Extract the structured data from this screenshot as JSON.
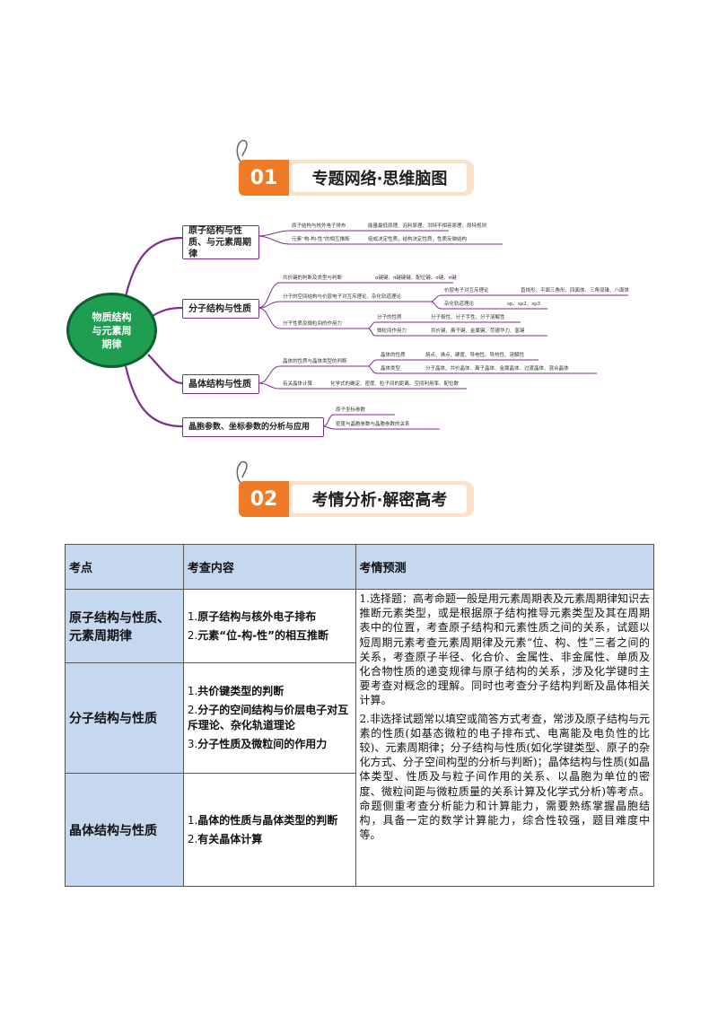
{
  "section1": {
    "number": "01",
    "title": "专题网络·思维脑图"
  },
  "section2": {
    "number": "02",
    "title": "考情分析·解密高考"
  },
  "mindmap": {
    "root": "物质结构与元素周期律",
    "branches": [
      {
        "label": "原子结构与性质、与元素周期律",
        "leaves": [
          {
            "text": "原子结构与核外电子排布",
            "sub": "能量最低原理、泡利原理、洪特不相容原理、原特规则"
          },
          {
            "text": "元素“构-构-性”的相互推断",
            "sub": "组成决定性质，结构决定性质，性质反映结构"
          }
        ]
      },
      {
        "label": "分子结构与性质",
        "leaves": [
          {
            "text": "共价键的判断及类型与判断",
            "sub": "σ键键、π键键键、配位键、σ键、π键"
          },
          {
            "text": "分子的空间结构与价层电子对互斥理论、杂化轨道理论",
            "subs": [
              {
                "text": "价层电子对互斥理论",
                "sub": "直线形、平面三角形、四面体、三角双锥、八面体"
              },
              {
                "text": "杂化轨道理论",
                "sub": "sp、sp2、sp3"
              }
            ]
          },
          {
            "text": "分子性质及微粒间的作用力",
            "subs": [
              {
                "text": "分子的性质",
                "sub": "分子极性、分子手性、分子溶解性"
              },
              {
                "text": "微粒间作用力",
                "sub": "共价键、离子键、金属键、范德华力、氢键"
              }
            ]
          }
        ]
      },
      {
        "label": "晶体结构与性质",
        "leaves": [
          {
            "text": "晶体的性质与晶体类型的判断",
            "subs": [
              {
                "text": "晶体的性质",
                "sub": "熔点、沸点、硬度、导电性、导热性、溶解性"
              },
              {
                "text": "晶体类型",
                "sub": "分子晶体、共价晶体、离子晶体、金属晶体、过渡晶体、混合晶体"
              }
            ]
          },
          {
            "text": "有关晶体计算",
            "sub": "化学式的确定、密度、粒子间的距离、空间利用率、配位数"
          }
        ]
      },
      {
        "label": "晶胞参数、坐标参数的分析与应用",
        "leaves": [
          {
            "text": "原子坐标参数"
          },
          {
            "text": "密度与晶胞参数与晶胞参数的关系"
          }
        ]
      }
    ]
  },
  "table": {
    "headers": [
      "考点",
      "考查内容",
      "考情预测"
    ],
    "rows": [
      {
        "topic": "原子结构与性质、元素周期律",
        "items": [
          {
            "num": "1.",
            "text": "原子结构与核外电子排布"
          },
          {
            "num": "2.",
            "text": "元素“位-构-性”的相互推断"
          }
        ]
      },
      {
        "topic": "分子结构与性质",
        "items": [
          {
            "num": "1.",
            "text": "共价键类型的判断"
          },
          {
            "num": "2.",
            "text": "分子的空间结构与价层电子对互斥理论、杂化轨道理论"
          },
          {
            "num": "3.",
            "text": "分子性质及微粒间的作用力"
          }
        ]
      },
      {
        "topic": "晶体结构与性质",
        "items": [
          {
            "num": "1.",
            "text": "晶体的性质与晶体类型的判断"
          },
          {
            "num": "2.",
            "text": "有关晶体计算"
          }
        ]
      }
    ],
    "prediction": [
      "1.选择题：高考命题一般是用元素周期表及元素周期律知识去推断元素类型，或是根据原子结构推导元素类型及其在周期表中的位置，考查原子结构和元素性质之间的关系，试题以短周期元素考查元素周期律及元素“位、构、性”三者之间的关系，考查原子半径、化合价、金属性、非金属性、单质及化合物性质的递变规律与原子结构的关系，涉及化学键时主要考查对概念的理解。同时也考查分子结构判断及晶体相关计算。",
      "2.非选择试题常以填空或简答方式考查，常涉及原子结构与元素的性质(如基态微粒的电子排布式、电离能及电负性的比较)、元素周期律；分子结构与性质(如化学键类型、原子的杂化方式、分子空间构型的分析与判断)；晶体结构与性质(如晶体类型、性质及与粒子间作用的关系、以晶胞为单位的密度、微粒间距与微粒质量的关系计算及化学式分析)等考点。命题侧重考查分析能力和计算能力，需要熟练掌握晶胞结构，具备一定的数学计算能力，综合性较强，题目难度中等。"
    ]
  }
}
